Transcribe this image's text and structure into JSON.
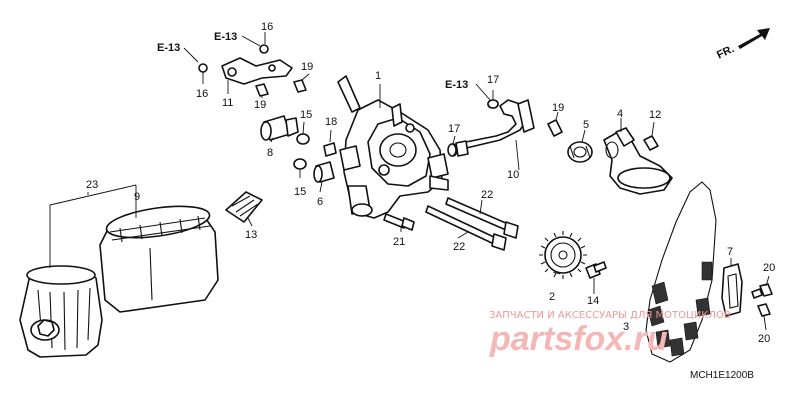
{
  "diagram": {
    "part_numbers": {
      "p1": "1",
      "p2": "2",
      "p3": "3",
      "p4": "4",
      "p5": "5",
      "p6": "6",
      "p7": "7",
      "p8": "8",
      "p9": "9",
      "p10": "10",
      "p11": "11",
      "p12": "12",
      "p13": "13",
      "p14": "14",
      "p15a": "15",
      "p15b": "15",
      "p16a": "16",
      "p16b": "16",
      "p17a": "17",
      "p17b": "17",
      "p18": "18",
      "p19a": "19",
      "p19b": "19",
      "p19c": "19",
      "p20a": "20",
      "p20b": "20",
      "p21": "21",
      "p22a": "22",
      "p22b": "22",
      "p23": "23"
    },
    "section_refs": {
      "ref1": "E-13",
      "ref2": "E-13",
      "ref3": "E-13"
    },
    "front_indicator": "FR.",
    "diagram_code": "MCH1E1200B",
    "watermark": {
      "caption": "ЗАПЧАСТИ И АКСЕССУАРЫ ДЛЯ МОТОЦИКЛОВ",
      "logo": "partsfox.ru"
    }
  }
}
